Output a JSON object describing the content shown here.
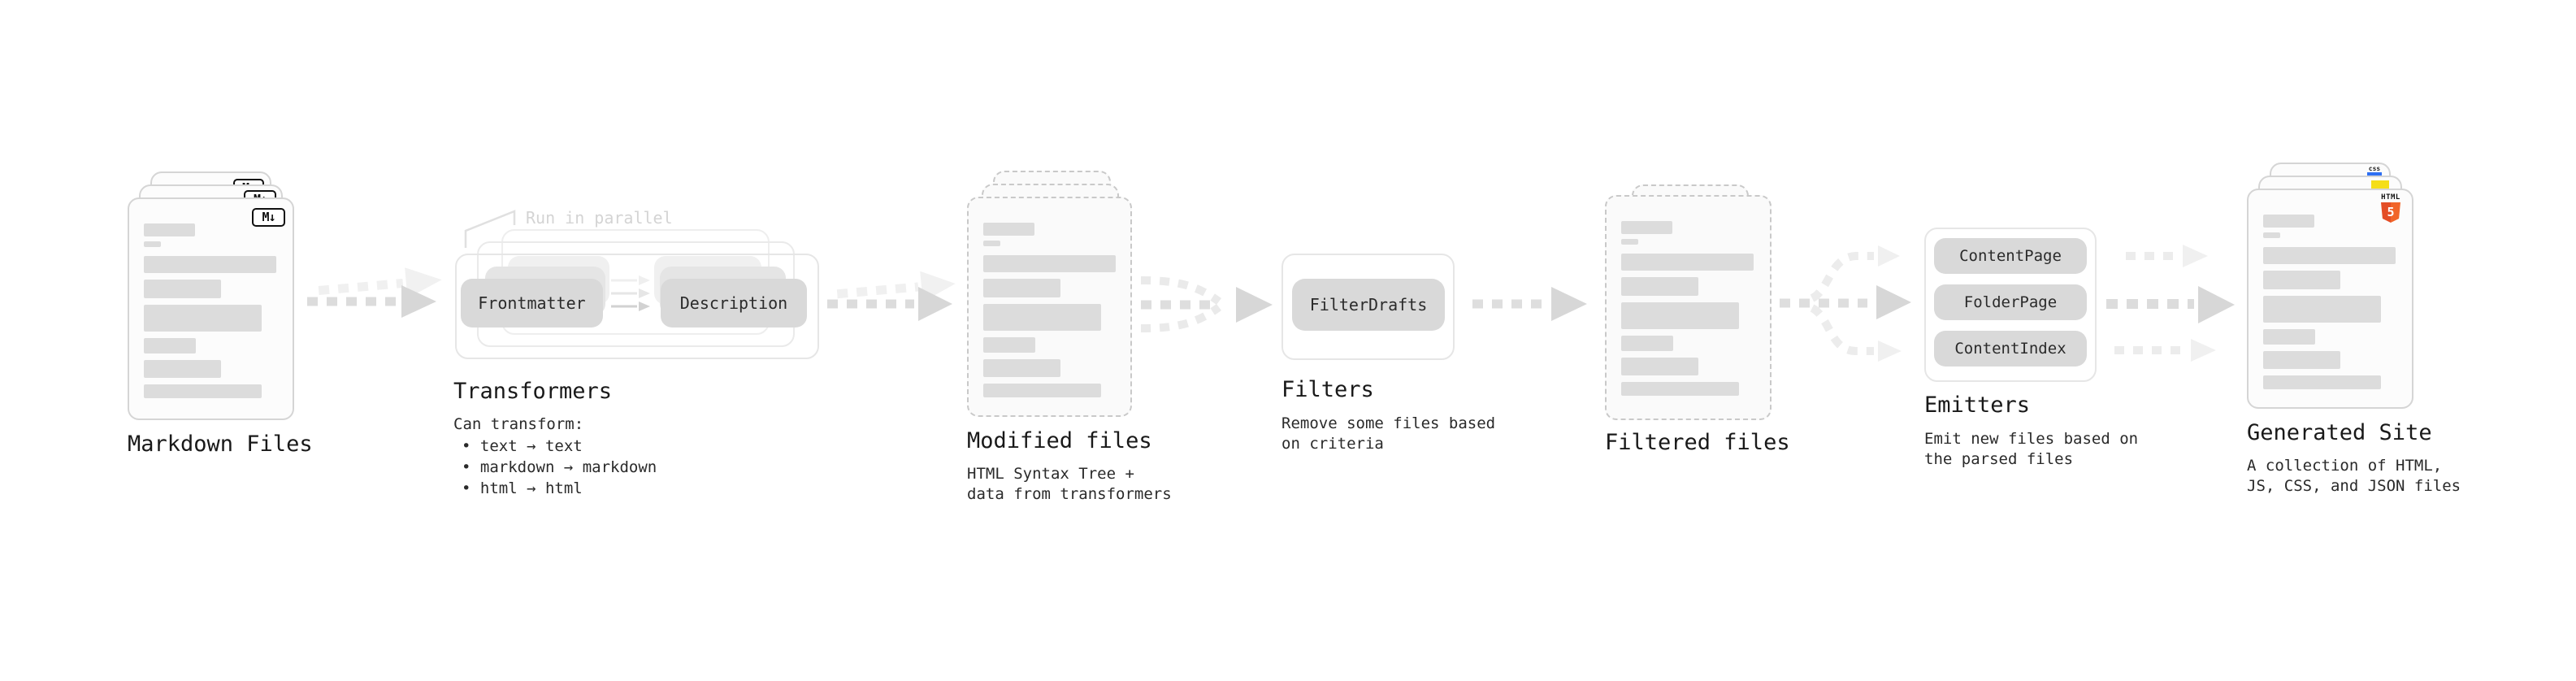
{
  "stages": {
    "markdown": {
      "title": "Markdown Files",
      "badge": "M↓"
    },
    "transformers": {
      "title": "Transformers",
      "annotation": "Run in parallel",
      "boxes": {
        "frontmatter": "Frontmatter",
        "description": "Description"
      },
      "note_heading": "Can transform:",
      "note_items": [
        "• text → text",
        "• markdown → markdown",
        "• html → html"
      ]
    },
    "modified": {
      "title": "Modified files",
      "note_lines": [
        "HTML Syntax Tree +",
        "data from transformers"
      ]
    },
    "filters": {
      "title": "Filters",
      "boxes": {
        "filter_drafts": "FilterDrafts"
      },
      "note_lines": [
        "Remove some files based",
        "on criteria"
      ]
    },
    "filtered": {
      "title": "Filtered files"
    },
    "emitters": {
      "title": "Emitters",
      "boxes": {
        "content_page": "ContentPage",
        "folder_page": "FolderPage",
        "content_index": "ContentIndex"
      },
      "note_lines": [
        "Emit new files based on",
        "the parsed files"
      ]
    },
    "generated": {
      "title": "Generated Site",
      "badges": {
        "html_label": "HTML",
        "html_number": "5",
        "css_label": "css"
      },
      "note_lines": [
        "A collection of HTML,",
        "JS, CSS, and JSON files"
      ]
    }
  },
  "colors": {
    "html5_orange": "#e44d26",
    "js_yellow": "#f5de19",
    "css_blue": "#2d6ff2",
    "arrow_gray": "#dcdcdc",
    "arrow_light": "#efefef"
  }
}
